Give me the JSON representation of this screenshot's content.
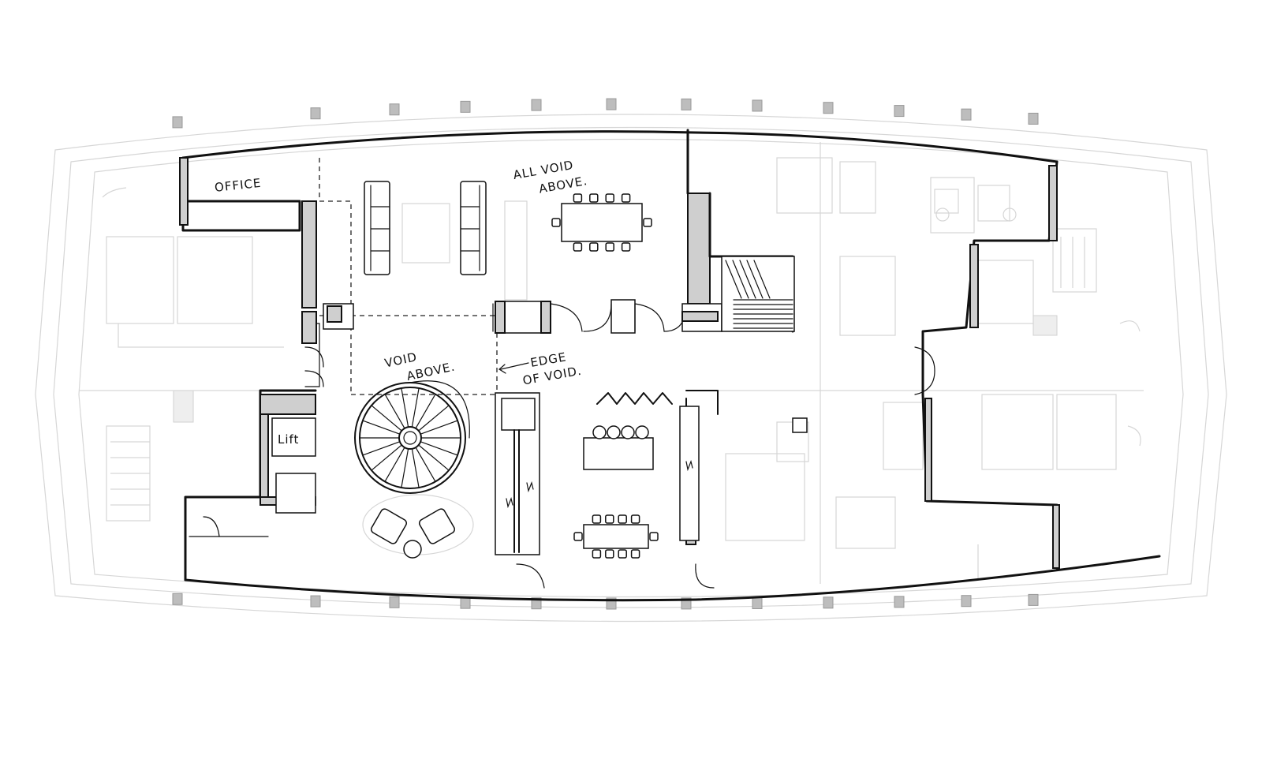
{
  "labels": {
    "office": "OFFICE",
    "all_void_line1": "ALL VOID",
    "all_void_line2": "ABOVE.",
    "void_line1": "VOID",
    "void_line2": "ABOVE.",
    "edge_line1": "EDGE",
    "edge_line2": "OF VOID.",
    "lift": "Lift"
  },
  "colors": {
    "ink": "#111111",
    "ghost_lines": "#d6d6d6",
    "wall_hatch": "#cfcfcf",
    "background": "#ffffff"
  }
}
